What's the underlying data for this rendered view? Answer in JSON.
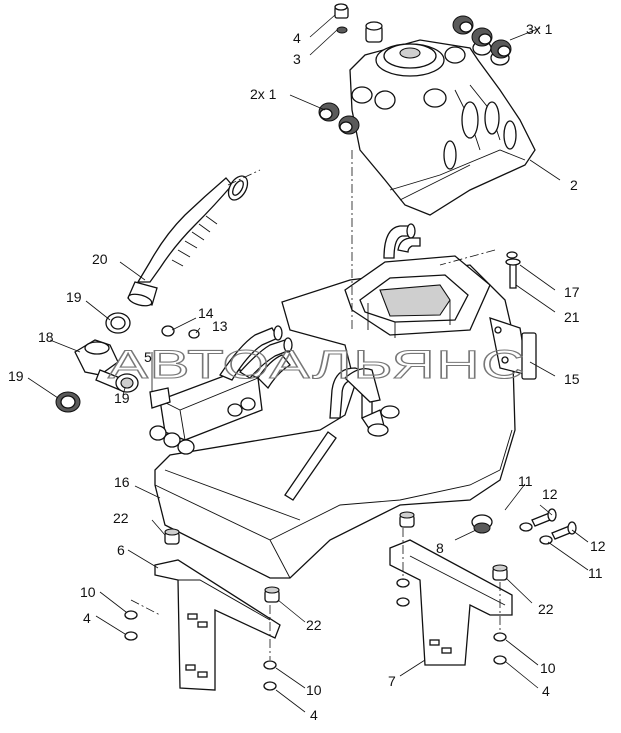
{
  "watermark": "АВТОАЛЬЯНС",
  "callouts": [
    {
      "id": "c4-top",
      "text": "4"
    },
    {
      "id": "c3",
      "text": "3"
    },
    {
      "id": "c3x1",
      "text": "3x 1"
    },
    {
      "id": "c2x1",
      "text": "2x 1"
    },
    {
      "id": "c2",
      "text": "2"
    },
    {
      "id": "c20",
      "text": "20"
    },
    {
      "id": "c17",
      "text": "17"
    },
    {
      "id": "c21",
      "text": "21"
    },
    {
      "id": "c19-a",
      "text": "19"
    },
    {
      "id": "c14",
      "text": "14"
    },
    {
      "id": "c13",
      "text": "13"
    },
    {
      "id": "c18",
      "text": "18"
    },
    {
      "id": "c5",
      "text": "5"
    },
    {
      "id": "c15",
      "text": "15"
    },
    {
      "id": "c19-b",
      "text": "19"
    },
    {
      "id": "c19-c",
      "text": "19"
    },
    {
      "id": "c16",
      "text": "16"
    },
    {
      "id": "c11-a",
      "text": "11"
    },
    {
      "id": "c12-a",
      "text": "12"
    },
    {
      "id": "c22-a",
      "text": "22"
    },
    {
      "id": "c8",
      "text": "8"
    },
    {
      "id": "c12-b",
      "text": "12"
    },
    {
      "id": "c6",
      "text": "6"
    },
    {
      "id": "c11-b",
      "text": "11"
    },
    {
      "id": "c10-a",
      "text": "10"
    },
    {
      "id": "c22-b",
      "text": "22"
    },
    {
      "id": "c4-mid",
      "text": "4"
    },
    {
      "id": "c22-c",
      "text": "22"
    },
    {
      "id": "c10-b",
      "text": "10"
    },
    {
      "id": "c7",
      "text": "7"
    },
    {
      "id": "c10-c",
      "text": "10"
    },
    {
      "id": "c4-right",
      "text": "4"
    },
    {
      "id": "c4-bottom",
      "text": "4"
    }
  ]
}
